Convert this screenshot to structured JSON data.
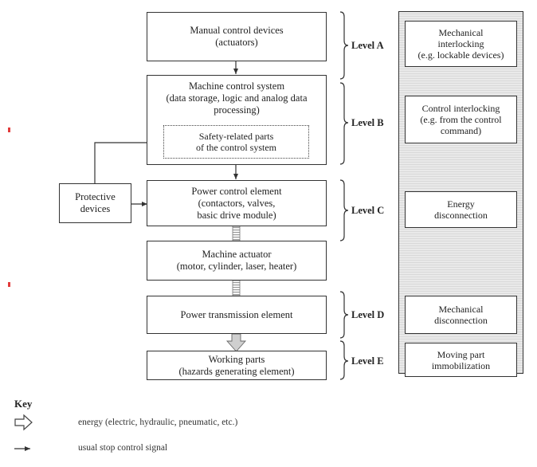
{
  "blocks": {
    "manual": {
      "lines": [
        "Manual control devices",
        "(actuators)"
      ]
    },
    "machine_control": {
      "lines": [
        "Machine control system",
        "(data storage, logic and analog data",
        "processing)"
      ]
    },
    "safety": {
      "lines": [
        "Safety-related parts",
        "of the control system"
      ]
    },
    "power_control": {
      "lines": [
        "Power control element",
        "(contactors, valves,",
        "basic drive module)"
      ]
    },
    "protective": {
      "lines": [
        "Protective",
        "devices"
      ]
    },
    "actuator": {
      "lines": [
        "Machine actuator",
        "(motor, cylinder, laser, heater)"
      ]
    },
    "transmission": {
      "lines": [
        "Power transmission element"
      ]
    },
    "working": {
      "lines": [
        "Working parts",
        "(hazards generating element)"
      ]
    }
  },
  "levels": {
    "a": "Level A",
    "b": "Level B",
    "c": "Level C",
    "d": "Level D",
    "e": "Level E"
  },
  "measures": {
    "a": {
      "lines": [
        "Mechanical",
        "interlocking",
        "(e.g. lockable devices)"
      ]
    },
    "b": {
      "lines": [
        "Control interlocking",
        "(e.g. from the control",
        "command)"
      ]
    },
    "c": {
      "lines": [
        "Energy",
        "disconnection"
      ]
    },
    "d": {
      "lines": [
        "Mechanical",
        "disconnection"
      ]
    },
    "e": {
      "lines": [
        "Moving part",
        "immobilization"
      ]
    }
  },
  "key": {
    "title": "Key",
    "energy": "energy (electric, hydraulic, pneumatic, etc.)",
    "signal": "usual stop control signal"
  },
  "colors": {
    "line": "#333333",
    "panel_fill": "#e9e9e9",
    "energy_arrow": "#cfcfcf",
    "margin_marks": "#e23b3b"
  }
}
